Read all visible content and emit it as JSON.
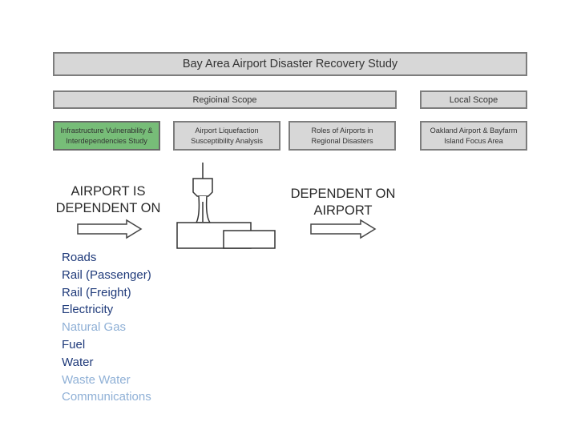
{
  "title": "Bay Area Airport Disaster Recovery Study",
  "scopes": {
    "regional": "Regioinal Scope",
    "local": "Local Scope"
  },
  "studies": [
    {
      "label": "Infrastructure Vulnerability &\nInterdependencies Study",
      "highlighted": true
    },
    {
      "label": "Airport Liquefaction\nSusceptibility Analysis",
      "highlighted": false
    },
    {
      "label": "Roles of Airports in\nRegional Disasters",
      "highlighted": false
    },
    {
      "label": "Oakland Airport & Bayfarm\nIsland Focus Area",
      "highlighted": false
    }
  ],
  "left_heading": "AIRPORT IS\nDEPENDENT ON",
  "right_heading": "DEPENDENT ON\nAIRPORT",
  "dependencies": [
    {
      "label": "Roads",
      "color": "#1f3a7a"
    },
    {
      "label": "Rail (Passenger)",
      "color": "#1f3a7a"
    },
    {
      "label": "Rail (Freight)",
      "color": "#1f3a7a"
    },
    {
      "label": "Electricity",
      "color": "#1f3a7a"
    },
    {
      "label": "Natural Gas",
      "color": "#8fb0d6"
    },
    {
      "label": "Fuel",
      "color": "#1f3a7a"
    },
    {
      "label": "Water",
      "color": "#1f3a7a"
    },
    {
      "label": "Waste Water",
      "color": "#8fb0d6"
    },
    {
      "label": "Communications",
      "color": "#8fb0d6"
    }
  ],
  "colors": {
    "highlight": "#77bd78",
    "box_fill": "#d7d7d7",
    "dark_item": "#1f3a7a",
    "light_item": "#8fb0d6"
  }
}
